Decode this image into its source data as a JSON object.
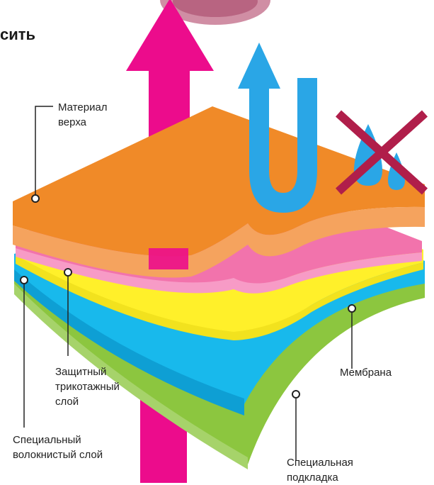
{
  "heading": "сить",
  "labels": {
    "outer_material": "Материал\nверха",
    "protective_knit": "Защитный\nтрикотажный\nслой",
    "membrane": "Мембрана",
    "special_fiber": "Специальный\nволокнистый слой",
    "special_lining": "Специальная\nподкладка"
  },
  "colors": {
    "outer": "#F08A28",
    "pink": "#F273AC",
    "yellow": "#FFF02A",
    "blue": "#18B9EC",
    "green": "#8CC63F",
    "magenta_arrow": "#EC0C8C",
    "blue_arrow": "#2AA6E6",
    "cross": "#B01E4A"
  },
  "icons": [
    "vapor-out-arrow-icon",
    "water-bounce-arrow-icon",
    "water-drops-icon",
    "blocked-cross-icon",
    "wool-texture-icon"
  ]
}
